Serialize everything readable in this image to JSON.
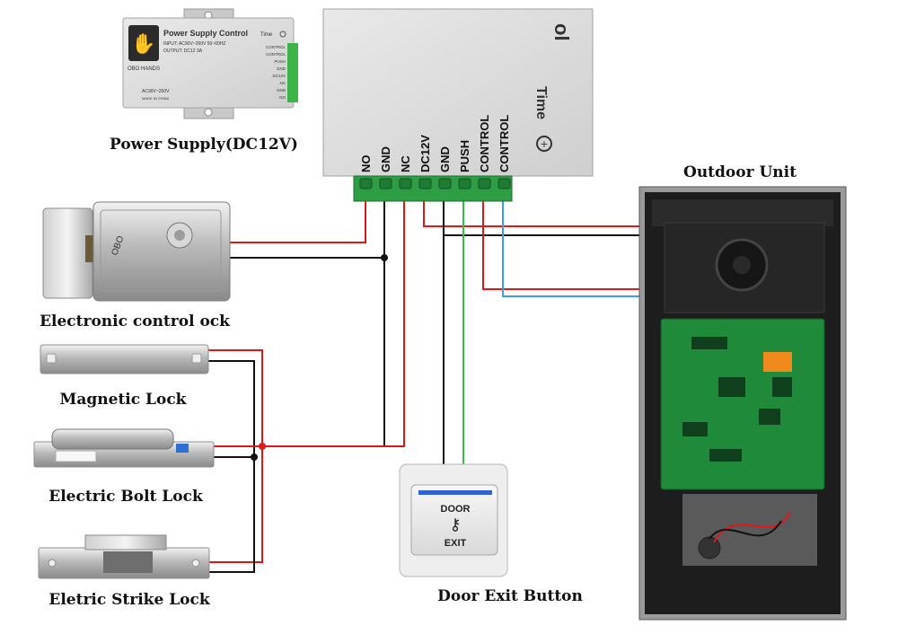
{
  "captions": {
    "power_supply": "Power Supply(DC12V)",
    "electronic_control_lock": "Electronic control ock",
    "magnetic_lock": "Magnetic Lock",
    "electric_bolt_lock": "Electric Bolt Lock",
    "electric_strike_lock": "Eletric Strike Lock",
    "door_exit_button": "Door Exit Button",
    "outdoor_unit": "Outdoor Unit"
  },
  "power_supply_device": {
    "title": "Power Supply Control",
    "brand": "OBO HANDS",
    "input_line": "INPUT: AC90V~260V 50~60HZ",
    "output_line": "OUTPUT: DC12 3A",
    "voltage_tag": "AC90V~260V",
    "made_in": "MADE IN CHINA",
    "time_label": "Time",
    "terminals": [
      "CONTROL",
      "CONTROL",
      "PUSH",
      "GND",
      "DC12V",
      "NC",
      "GND",
      "NO"
    ]
  },
  "controller_box": {
    "mark": "ol",
    "time_label": "Time",
    "terminals": [
      "NO",
      "GND",
      "NC",
      "DC12V",
      "GND",
      "PUSH",
      "CONTROL",
      "CONTROL"
    ]
  },
  "exit_button": {
    "line1": "DOOR",
    "line2": "EXIT"
  },
  "lock_brand": "OBO",
  "wire_colors": {
    "red": "#e01818",
    "black": "#111111",
    "green": "#2fbf4a",
    "blue": "#3aa0e0"
  }
}
